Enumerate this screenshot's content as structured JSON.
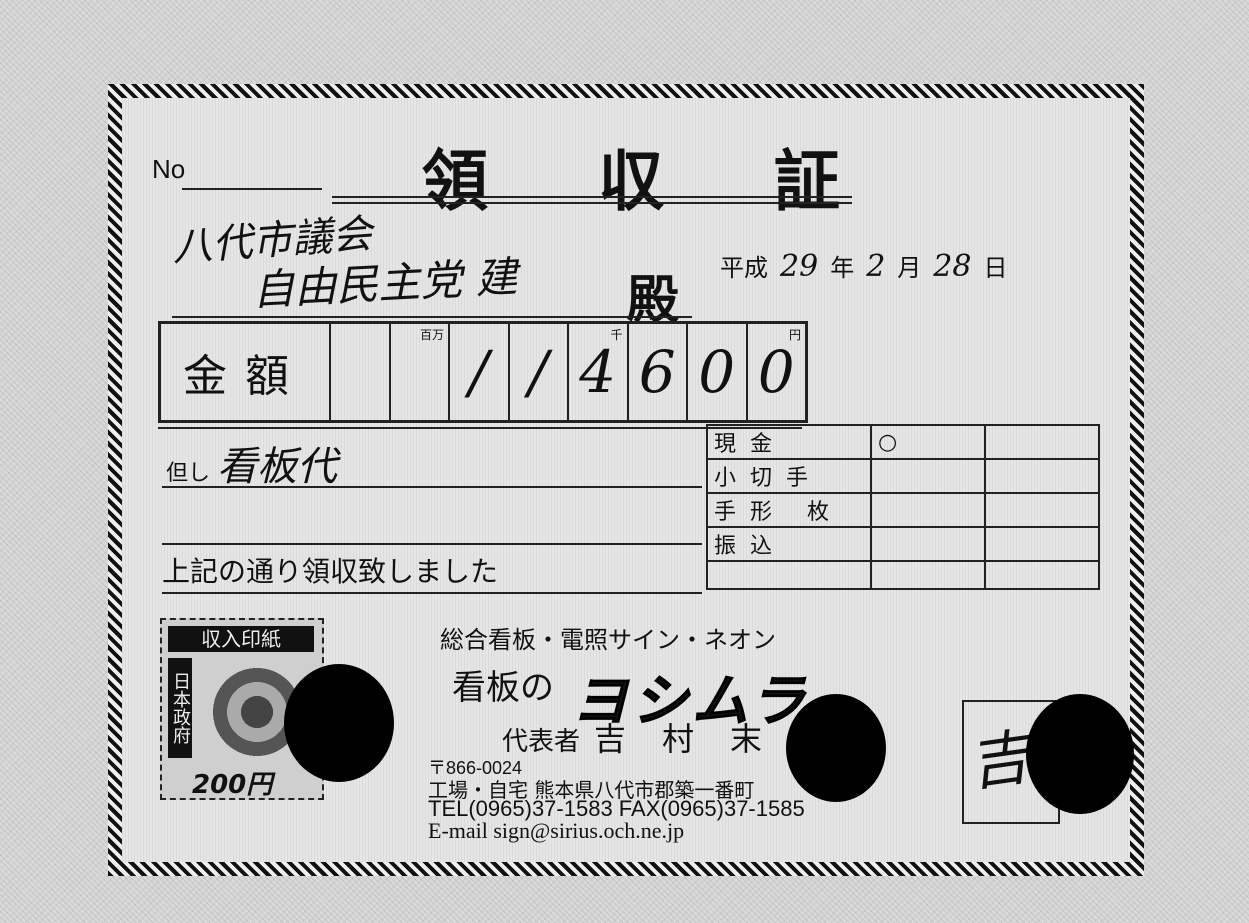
{
  "header": {
    "no_label": "No",
    "title": "領収証"
  },
  "recipient": {
    "line1": "八代市議会",
    "line2": "自由民主党",
    "line2b": "建",
    "honorific": "殿"
  },
  "date": {
    "era": "平成",
    "year": "29",
    "year_unit": "年",
    "month": "2",
    "month_unit": "月",
    "day": "28",
    "day_unit": "日"
  },
  "amount": {
    "label": "金額",
    "units": {
      "hyakuman": "百万",
      "sen": "千",
      "en": "円"
    },
    "digits": [
      "",
      "",
      "/",
      "/",
      "4",
      "6",
      "0",
      "0"
    ]
  },
  "purpose": {
    "label": "但し",
    "value": "看板代"
  },
  "received_text": "上記の通り領収致しました",
  "payment_methods": [
    {
      "label": "現金",
      "mark": "○"
    },
    {
      "label": "小切手",
      "mark": ""
    },
    {
      "label": "手形 枚",
      "mark": ""
    },
    {
      "label": "振込",
      "mark": ""
    },
    {
      "label": "",
      "mark": ""
    }
  ],
  "stamp": {
    "top": "収入印紙",
    "side": "日本政府",
    "value": "200円"
  },
  "issuer": {
    "business_line": "総合看板・電照サイン・ネオン",
    "prefix": "看板の",
    "logo": "ヨシムラ",
    "rep_label": "代表者",
    "rep_name": "吉村末彦",
    "postal": "〒866-0024",
    "address": "工場・自宅 熊本県八代市郡築一番町",
    "tel": "TEL(0965)37-1583 FAX(0965)37-1585",
    "email": "E-mail sign@sirius.och.ne.jp"
  },
  "signature": "吉村"
}
